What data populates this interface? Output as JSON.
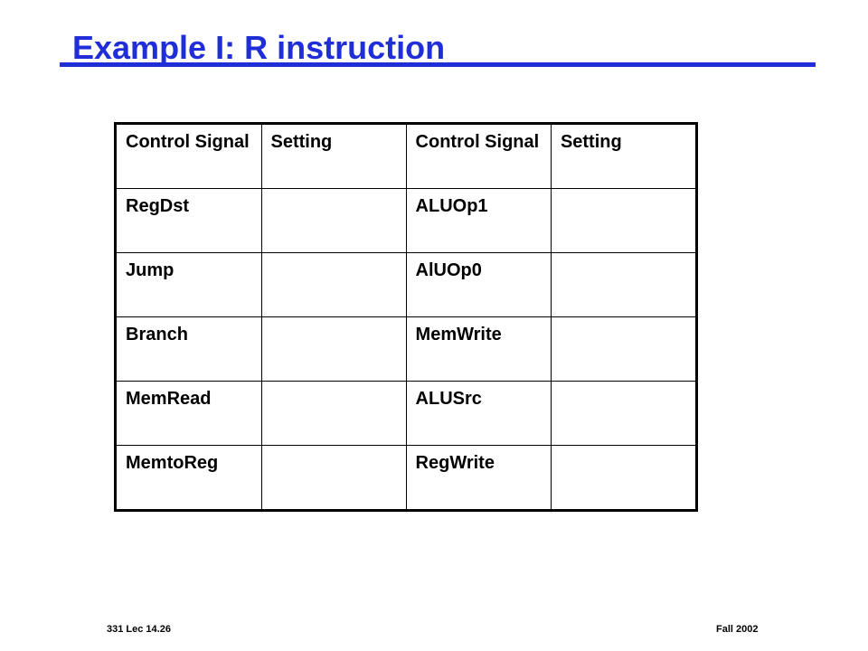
{
  "slide": {
    "title": "Example I: R instruction"
  },
  "table": {
    "headers": [
      "Control Signal",
      "Setting",
      "Control Signal",
      "Setting"
    ],
    "rows": [
      [
        "RegDst",
        "",
        "ALUOp1",
        ""
      ],
      [
        "Jump",
        "",
        "AlUOp0",
        ""
      ],
      [
        "Branch",
        "",
        "MemWrite",
        ""
      ],
      [
        "MemRead",
        "",
        "ALUSrc",
        ""
      ],
      [
        "MemtoReg",
        "",
        "RegWrite",
        ""
      ]
    ]
  },
  "footer": {
    "left": "331  Lec 14.26",
    "right": "Fall 2002"
  },
  "colors": {
    "title": "#1f2ed6",
    "text": "#000000",
    "background": "#ffffff"
  }
}
